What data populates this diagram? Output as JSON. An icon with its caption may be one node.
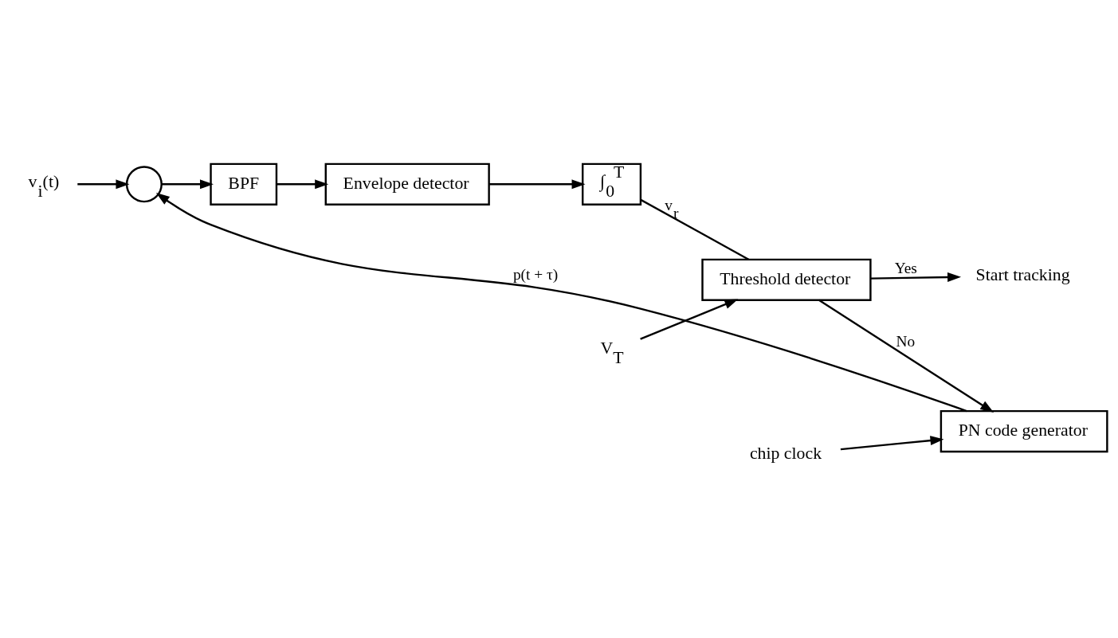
{
  "diagram": {
    "nodes": [
      {
        "text": [
          "v$_{i}$(t)"
        ]
      },
      {
        "text": [],
        "shape": "circle"
      },
      {
        "text": [
          "BPF"
        ]
      },
      {
        "text": [
          "Envelope detector"
        ]
      },
      {
        "text": [
          "∫$_{0}$$^{T}$"
        ]
      },
      {
        "text": [
          "Threshold detector"
        ]
      },
      {
        "text": [
          "V$_{T}$"
        ]
      },
      {
        "text": [
          "PN code generator"
        ]
      },
      {
        "text": [
          "chip clock"
        ]
      },
      {
        "text": [
          "Start tracking"
        ]
      }
    ],
    "edges": [
      {
        "from": 0,
        "to": 1,
        "arrow": "to"
      },
      {
        "from": 1,
        "to": 2,
        "arrow": "to"
      },
      {
        "from": 2,
        "to": 3,
        "arrow": "to"
      },
      {
        "from": 3,
        "to": 4,
        "arrow": "to"
      },
      {
        "from": 4,
        "to": 5,
        "arrow": "none",
        "label": "v$_{r}$"
      },
      {
        "from": 6,
        "to": 5,
        "arrow": "to"
      },
      {
        "from": 5,
        "to": 7,
        "arrow": "to",
        "label": "No"
      },
      {
        "from": 7,
        "to": 1,
        "arrow": "to",
        "label": "p(t + τ)"
      },
      {
        "from": 8,
        "to": 7,
        "arrow": "to"
      },
      {
        "from": 5,
        "to": 9,
        "arrow": "to",
        "label": "Yes"
      }
    ]
  }
}
